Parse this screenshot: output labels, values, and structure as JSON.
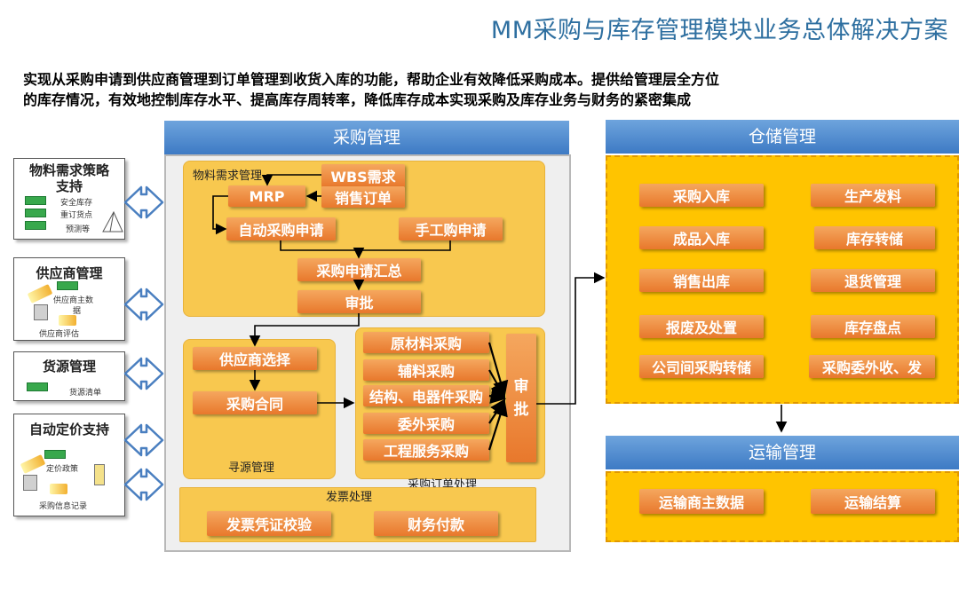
{
  "title": "MM采购与库存管理模块业务总体解决方案",
  "intro": [
    "实现从采购申请到供应商管理到订单管理到收货入库的功能，帮助企业有效降低采购成本。提供给管理层全方位",
    "的库存情况，有效地控制库存水平、提高库存周转率，降低库存成本实现采购及库存业务与财务的紧密集成"
  ],
  "left_boxes": [
    {
      "title_lines": [
        "物料需求策略",
        "支持"
      ],
      "items": [
        "安全库存",
        "重订货点",
        "预测等"
      ]
    },
    {
      "title": "供应商管理",
      "items": [
        "供应商主数",
        "据",
        "供应商评估"
      ]
    },
    {
      "title": "货源管理",
      "items": [
        "货源清单"
      ]
    },
    {
      "title": "自动定价支持",
      "items": [
        "定价政策",
        "采购信息记录"
      ]
    }
  ],
  "purchasing": {
    "header": "采购管理",
    "mrp_panel": {
      "label": "物料需求管理",
      "items": {
        "wbs": "WBS需求",
        "mrp": "MRP",
        "sales_order": "销售订单",
        "auto_pr": "自动采购申请",
        "manual_pr": "手工购申请",
        "pr_summary": "采购申请汇总",
        "approve": "审批"
      }
    },
    "sourcing_panel": {
      "label": "寻源管理",
      "items": [
        "供应商选择",
        "采购合同"
      ]
    },
    "po_panel": {
      "label": "采购订单处理",
      "items": [
        "原材料采购",
        "辅料采购",
        "结构、电器件采购",
        "委外采购",
        "工程服务采购"
      ],
      "approve": "审\n批"
    },
    "invoice_panel": {
      "label": "发票处理",
      "items": [
        "发票凭证校验",
        "财务付款"
      ]
    }
  },
  "warehouse": {
    "header": "仓储管理",
    "left_items": [
      "采购入库",
      "成品入库",
      "销售出库",
      "报废及处置",
      "公司间采购转储"
    ],
    "right_items": [
      "生产发料",
      "库存转储",
      "退货管理",
      "库存盘点",
      "采购委外收、发"
    ]
  },
  "transport": {
    "header": "运输管理",
    "items": [
      "运输商主数据",
      "运输结算"
    ]
  },
  "colors": {
    "header_blue": "#4a86c8",
    "panel_yellow": "#f8c84f",
    "button_orange": "#ec8a3c",
    "warehouse_yellow": "#ffc400",
    "title_blue": "#2e6fa0"
  }
}
